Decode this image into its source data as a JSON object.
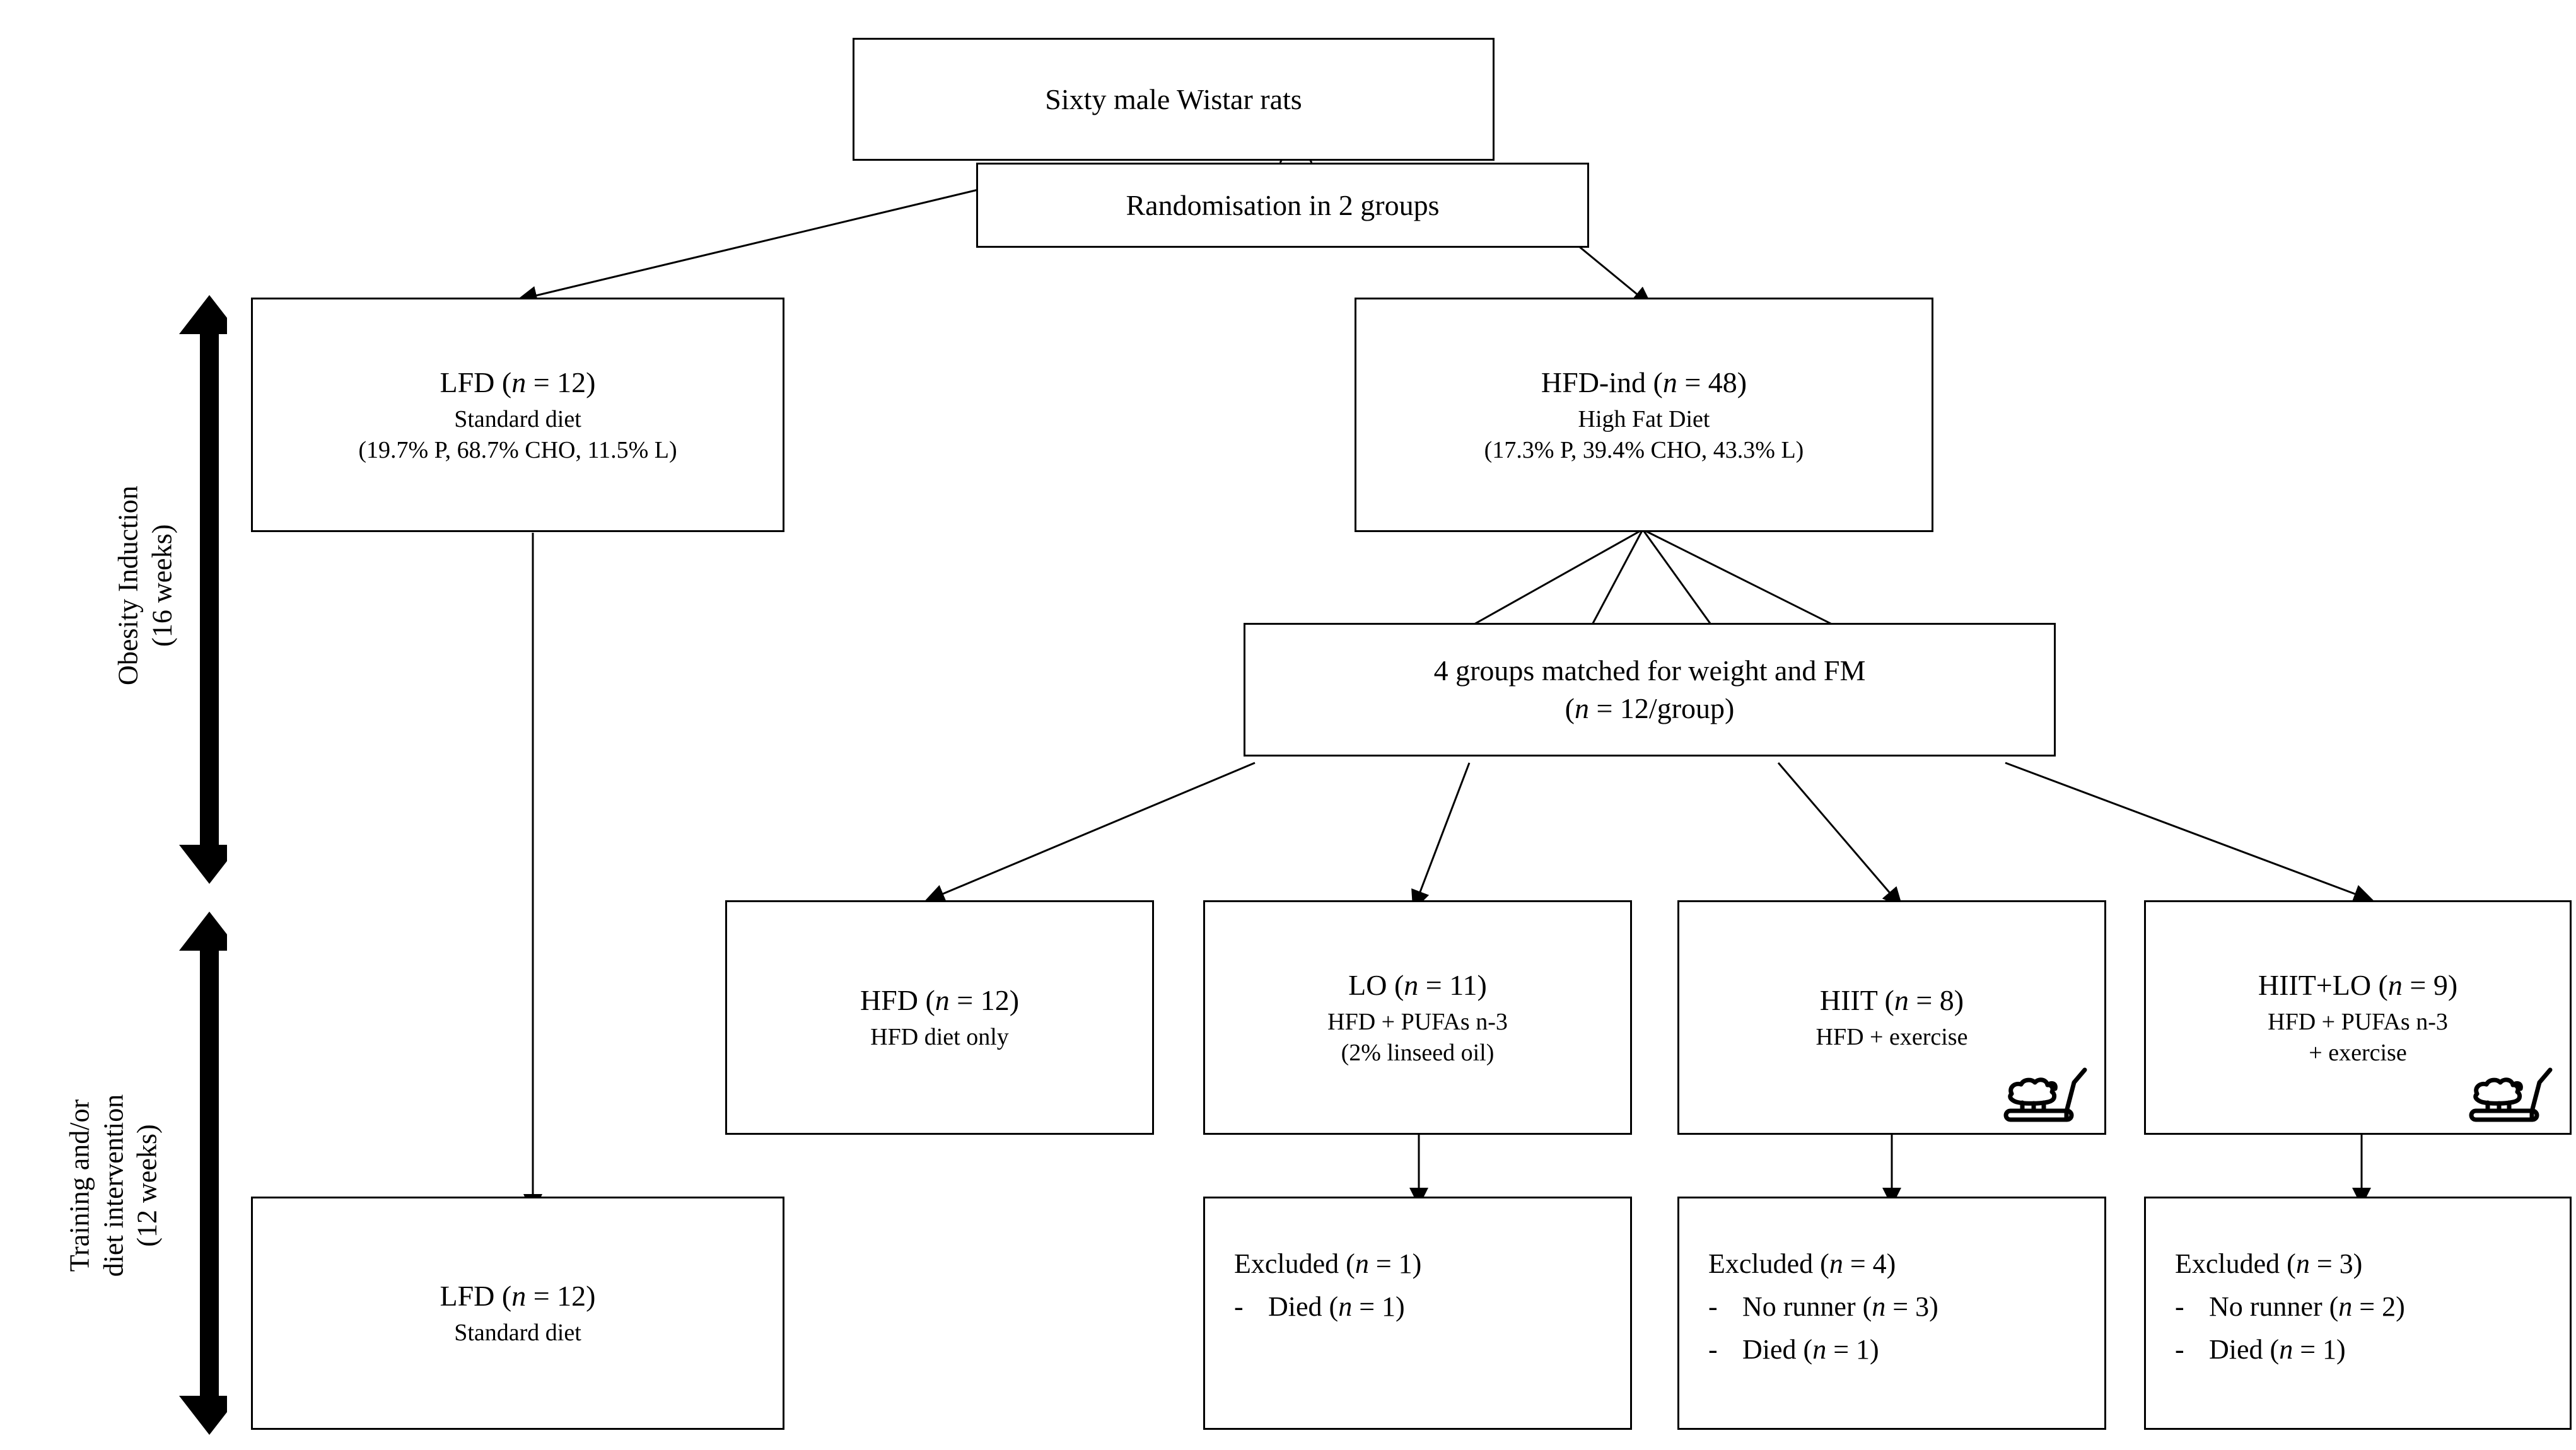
{
  "diagram": {
    "title": "Study design flow chart",
    "colors": {
      "line": "#000000",
      "box_border": "#000000",
      "background": "#ffffff"
    }
  },
  "nodes": {
    "cohort": {
      "line1": "Sixty male Wistar rats"
    },
    "randomisation": {
      "line1": "Randomisation in 2 groups"
    },
    "lfd_induction": {
      "title_pre": "LFD (",
      "title_n": "n",
      "title_post": " = 12)",
      "line2": "Standard diet",
      "line3": "(19.7% P, 68.7% CHO, 11.5% L)"
    },
    "hfd_induction": {
      "title_pre": "HFD-ind (",
      "title_n": "n",
      "title_post": " = 48)",
      "line2": "High Fat Diet",
      "line3": "(17.3% P, 39.4% CHO, 43.3% L)"
    },
    "matched_groups": {
      "line1": "4 groups matched for weight and FM",
      "line2_pre": "(",
      "line2_n": "n",
      "line2_post": " = 12/group)"
    },
    "hfd_group": {
      "title_pre": "HFD (",
      "title_n": "n",
      "title_post": " = 12)",
      "line2": "HFD diet only"
    },
    "lo_group": {
      "title_pre": "LO (",
      "title_n": "n",
      "title_post": " = 11)",
      "line2": "HFD + PUFAs n-3",
      "line3": "(2% linseed oil)"
    },
    "hiit_group": {
      "title_pre": "HIIT (",
      "title_n": "n",
      "title_post": " = 8)",
      "line2": "HFD + exercise",
      "icon": "treadmill-rat-icon"
    },
    "hiit_lo_group": {
      "title_pre": "HIIT+LO (",
      "title_n": "n",
      "title_post": " = 9)",
      "line2": "HFD + PUFAs n-3",
      "line3": "+ exercise",
      "icon": "treadmill-rat-icon"
    },
    "lfd_final": {
      "title_pre": "LFD (",
      "title_n": "n",
      "title_post": " = 12)",
      "line2": "Standard diet"
    },
    "excluded_lo": {
      "head_pre": "Excluded (",
      "head_n": "n",
      "head_post": " = 1)",
      "items": [
        {
          "dash": "-",
          "pre": "Died (",
          "n": "n",
          "post": " = 1)"
        }
      ]
    },
    "excluded_hiit": {
      "head_pre": "Excluded (",
      "head_n": "n",
      "head_post": " = 4)",
      "items": [
        {
          "dash": "-",
          "pre": "No runner (",
          "n": "n",
          "post": " = 3)"
        },
        {
          "dash": "-",
          "pre": "Died (",
          "n": "n",
          "post": " = 1)"
        }
      ]
    },
    "excluded_hiit_lo": {
      "head_pre": "Excluded (",
      "head_n": "n",
      "head_post": " = 3)",
      "items": [
        {
          "dash": "-",
          "pre": "No runner (",
          "n": "n",
          "post": " = 2)"
        },
        {
          "dash": "-",
          "pre": "Died (",
          "n": "n",
          "post": " = 1)"
        }
      ]
    }
  },
  "periods": {
    "induction": {
      "label_line1": "Obesity Induction",
      "label_line2": "(16 weeks)"
    },
    "intervention": {
      "label_line1": "Training and/or",
      "label_line2": "diet intervention",
      "label_line3": "(12 weeks)"
    }
  }
}
